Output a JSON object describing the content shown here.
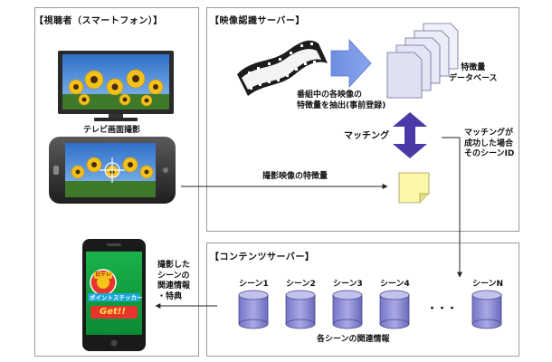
{
  "panels": {
    "viewer": "【視聴者（スマートフォン）】",
    "server": "【映像認識サーバー】",
    "contents": "【コンテンツサーバー】"
  },
  "labels": {
    "tv_capture": "テレビ画面撮影",
    "register": [
      "番組中の各映像の",
      "特徴量を抽出(事前登録)"
    ],
    "feature_db": [
      "特徴量",
      "データベース"
    ],
    "matching": "マッチング",
    "success": [
      "マッチングが",
      "成功した場合",
      "そのシーンID"
    ],
    "captured_feature": "撮影映像の特徴量",
    "related_info": [
      "撮影した",
      "シーンの",
      "関連情報",
      "・特典"
    ],
    "scene_info": "各シーンの関連情報",
    "ellipsis": "・・・"
  },
  "scenes": [
    "シーン1",
    "シーン2",
    "シーン3",
    "シーン4",
    "シーンN"
  ],
  "app": {
    "badge": "日テレ",
    "name": "ポイントステッカー",
    "get": "Get!!"
  },
  "colors": {
    "arrow_purple": "#4a3aa8",
    "cylinder": "#8f8fd8",
    "scene_card": "#fbf7a8",
    "db_sheet": "#e6e6f6"
  }
}
